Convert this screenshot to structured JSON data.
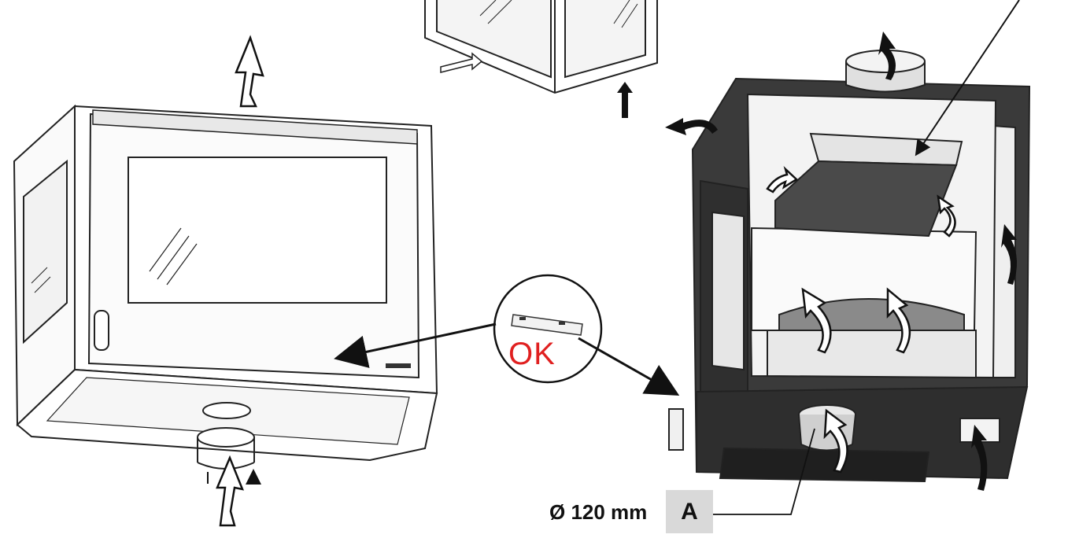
{
  "diagram": {
    "ok_label": "OK",
    "diameter_label": "Ø 120 mm",
    "callout_letter": "A"
  },
  "colors": {
    "ok_red": "#e02020",
    "dark_panel": "#3a3a3a",
    "callout_bg": "#d9d9d9",
    "line": "#111111"
  },
  "icons": [
    "up-arrow-icon",
    "airflow-arrow-icon",
    "pointer-arrow-icon",
    "detail-circle-icon"
  ]
}
